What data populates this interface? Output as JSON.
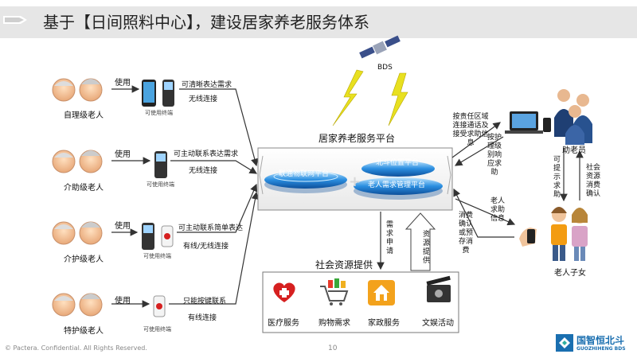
{
  "header": {
    "title": "基于【日间照料中心】，建设居家养老服务体系"
  },
  "elders": [
    {
      "label": "自理级老人",
      "use": "使用",
      "need": "可清晰表达需求",
      "connection": "无线连接",
      "device_caption": "可使用终端"
    },
    {
      "label": "介助级老人",
      "use": "使用",
      "need": "可主动联系表达需求",
      "connection": "无线连接",
      "device_caption": "可使用终端"
    },
    {
      "label": "介护级老人",
      "use": "使用",
      "need": "可主动联系简单表达",
      "connection": "有线/无线连接",
      "device_caption": "可使用终端"
    },
    {
      "label": "特护级老人",
      "use": "使用",
      "need": "只能按键联系",
      "connection": "有线连接",
      "device_caption": "可使用终端"
    }
  ],
  "satellite": {
    "label": "BDS"
  },
  "platform": {
    "title": "居家养老服务平台",
    "iot": "联通物联网平台",
    "beidou": "北斗位置平台",
    "needs": "老人需求管理平台"
  },
  "resources": {
    "title": "社会资源提供",
    "request_label": "需求申请",
    "provide_label": "资源提供",
    "services": [
      {
        "label": "医疗服务"
      },
      {
        "label": "购物需求"
      },
      {
        "label": "家政服务"
      },
      {
        "label": "文娱活动"
      }
    ]
  },
  "helper": {
    "title": "助老员",
    "dispatch": "按责任区域连接通话及接受求助信息",
    "response": "按护理级别响应求助",
    "prompt": "可提示求助",
    "consume": "社会资源消费确认"
  },
  "family": {
    "title": "老人子女",
    "info": "老人求助信息",
    "confirm": "消费确认或预存消费"
  },
  "footer": {
    "copyright": "© Pactera. Confidential. All Rights Reserved.",
    "page": "10",
    "logo_cn": "国智恒北斗",
    "logo_en": "GUOZHIHENG BDS"
  },
  "colors": {
    "platform_blue": "#1a7fd0",
    "arrow": "#333333",
    "lightning": "#e8e020",
    "logo": "#1a6fb0"
  }
}
